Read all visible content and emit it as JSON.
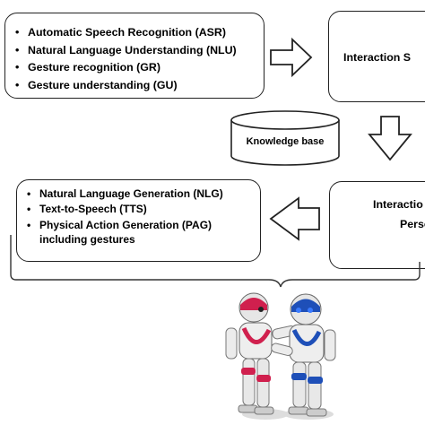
{
  "diagram": {
    "input_box": {
      "items": [
        "Automatic Speech Recognition (ASR)",
        "Natural Language Understanding (NLU)",
        "Gesture recognition (GR)",
        "Gesture understanding (GU)"
      ]
    },
    "interaction_box": {
      "label": "Interaction S"
    },
    "knowledge_base": {
      "label": "Knowledge base"
    },
    "output_box": {
      "items": [
        "Natural Language Generation (NLG)",
        "Text-to-Speech (TTS)",
        "Physical Action Generation (PAG)"
      ],
      "continuation": "including gestures"
    },
    "interaction_person_box": {
      "line1": "Interactio",
      "line2": "Perso"
    }
  }
}
